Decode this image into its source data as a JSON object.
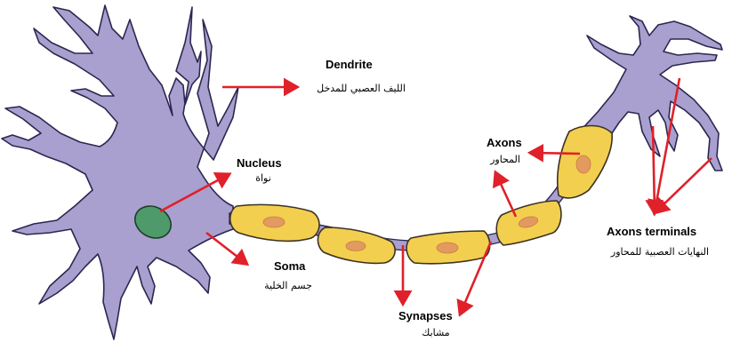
{
  "labels": {
    "dendrite": {
      "en": "Dendrite",
      "ar": "الليف العصبي للمدخل"
    },
    "nucleus": {
      "en": "Nucleus",
      "ar": "نواة"
    },
    "soma": {
      "en": "Soma",
      "ar": "جسم الخلية"
    },
    "axons": {
      "en": "Axons",
      "ar": "المحاور"
    },
    "synapses": {
      "en": "Synapses",
      "ar": "مشابك"
    },
    "axon_terminals": {
      "en": "Axons terminals",
      "ar": "النهايات العصبية للمحاور"
    }
  },
  "colors": {
    "neuron_body": "#a9a0cf",
    "outline": "#2b2750",
    "nucleus": "#4f9a6a",
    "myelin": "#f3cf4f",
    "myelin_nucleus": "#e39a60",
    "arrow": "#e0202a"
  }
}
